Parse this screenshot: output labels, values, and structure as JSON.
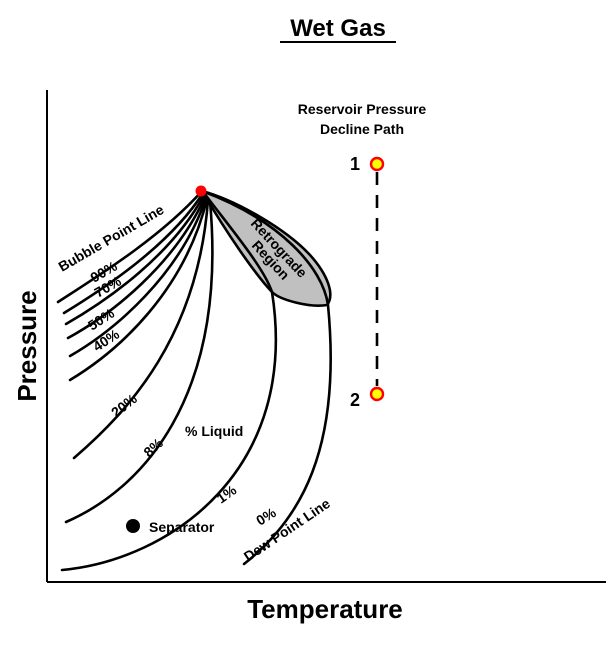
{
  "title": "Wet Gas",
  "axes": {
    "x_label": "Temperature",
    "y_label": "Pressure"
  },
  "reservoir_path": {
    "title_line1": "Reservoir Pressure",
    "title_line2": "Decline Path",
    "point_1": "1",
    "point_2": "2"
  },
  "regions": {
    "retrograde_line1": "Retrograde",
    "retrograde_line2": "Region"
  },
  "lines": {
    "bubble_point": "Bubble Point Line",
    "dew_point": "Dew Point Line"
  },
  "quality_lines": [
    "90%",
    "70%",
    "50%",
    "40%",
    "20%",
    "8%",
    "1%",
    "0%"
  ],
  "percent_liquid_label": "% Liquid",
  "separator_label": "Separator",
  "colors": {
    "critical_point": "#ff0000",
    "retrograde_fill": "#c0c0c0",
    "marker_fill": "#ffff00",
    "marker_stroke": "#ff0000"
  }
}
